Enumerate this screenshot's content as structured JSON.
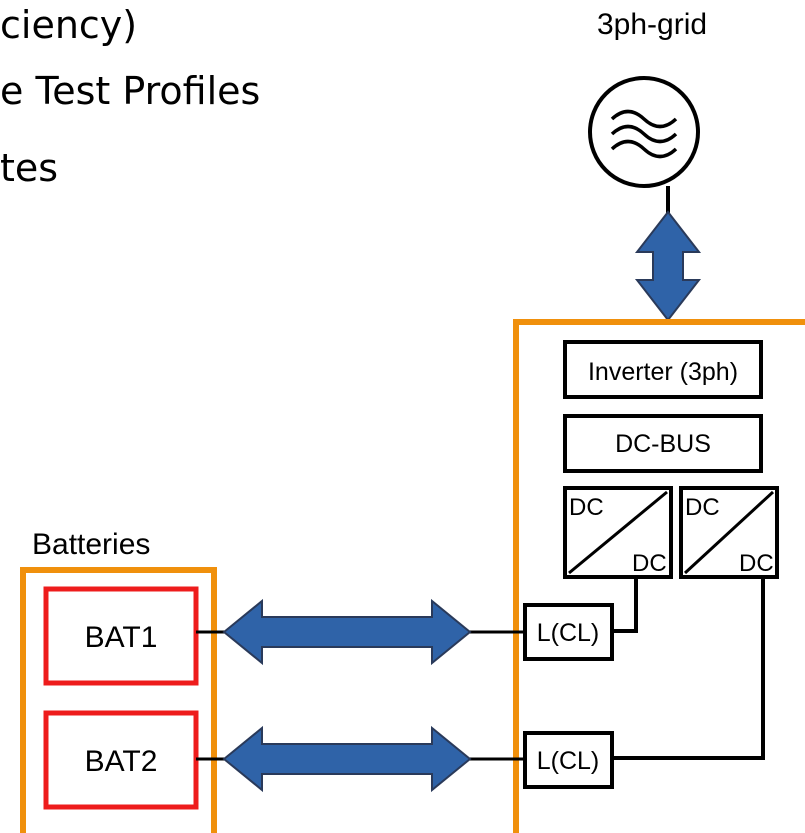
{
  "slide_text": {
    "line1": "ciency)",
    "line2": "e Test Profiles",
    "line3": "tes"
  },
  "diagram": {
    "grid_label": "3ph-grid",
    "batteries_label": "Batteries",
    "inverter_label": "Inverter (3ph)",
    "dc_bus_label": "DC-BUS",
    "dcdc_top": "DC",
    "dcdc_bottom": "DC",
    "inductor_label": "L(CL)",
    "bat1_label": "BAT1",
    "bat2_label": "BAT2",
    "grid_icon": "ac-source-icon",
    "arrow_icon": "double-arrow-icon"
  },
  "colors": {
    "orange": "#f0900c",
    "red": "#ee1c1c",
    "arrow_blue": "#2f63a8",
    "arrow_outline": "#2a3a5a"
  }
}
